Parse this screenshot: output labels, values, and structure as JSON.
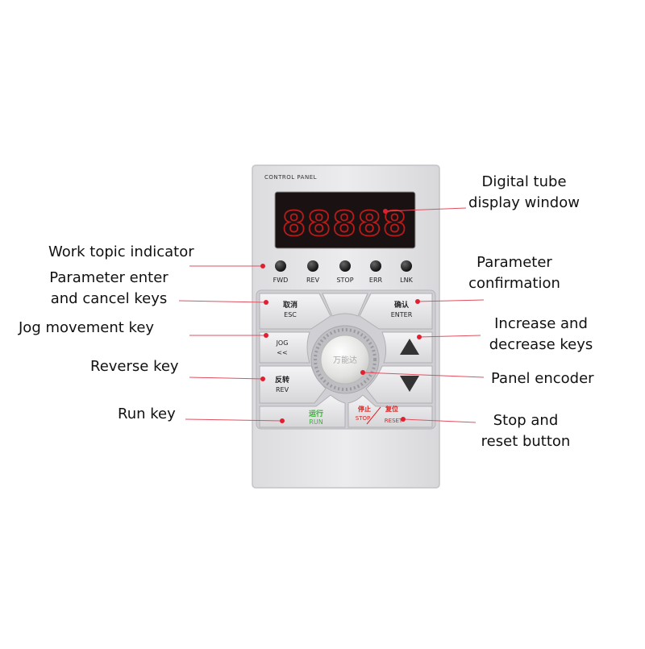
{
  "panel": {
    "header": "CONTROL PANEL",
    "display_digits": "88888",
    "indicators": [
      "FWD",
      "REV",
      "STOP",
      "ERR",
      "LNK"
    ],
    "keys": {
      "esc_cn": "取消",
      "esc_en": "ESC",
      "enter_cn": "确认",
      "enter_en": "ENTER",
      "jog_en": "JOG",
      "jog_sub": "<<",
      "rev_cn": "反转",
      "rev_en": "REV",
      "run_cn": "运行",
      "run_en": "RUN",
      "stop_cn": "停止",
      "stop_en": "STOP",
      "reset_cn": "复位",
      "reset_en": "RESET",
      "encoder_text": "万能达"
    }
  },
  "annotations": {
    "digital_tube": [
      "Digital tube",
      "display window"
    ],
    "work_indicator": [
      "Work topic indicator"
    ],
    "param_enter_cancel": [
      "Parameter enter",
      "and cancel keys"
    ],
    "jog_key": [
      "Jog movement key"
    ],
    "reverse_key": [
      "Reverse key"
    ],
    "run_key": [
      "Run key"
    ],
    "param_confirm": [
      "Parameter",
      "confirmation"
    ],
    "inc_dec_keys": [
      "Increase and",
      "decrease keys"
    ],
    "panel_encoder": [
      "Panel encoder"
    ],
    "stop_reset": [
      "Stop and",
      "reset button"
    ]
  },
  "colors": {
    "leader_line": "#e05060",
    "dot": "#e02030",
    "panel": "#e6e6e8",
    "display": "#1b0f0f",
    "segment": "#d61c1c",
    "run_green": "#3fae3f",
    "stop_red": "#d22"
  }
}
